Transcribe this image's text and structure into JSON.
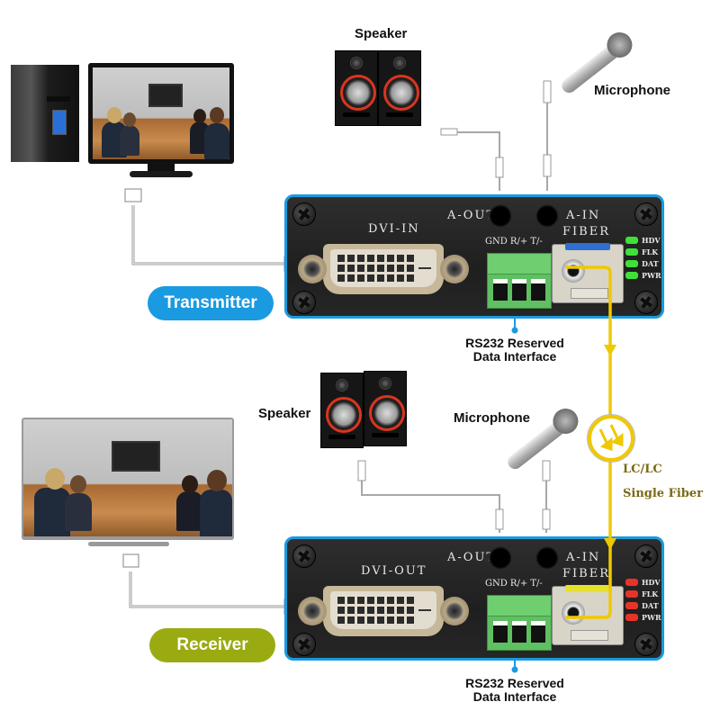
{
  "transmitter": {
    "badge_label": "Transmitter",
    "badge_color": "#1a9ae0",
    "video_port_label": "DVI-IN",
    "audio_out_label": "A-OUT",
    "audio_in_label": "A-IN",
    "fiber_label": "FIBER",
    "terminal_labels": "GND R/+ T/-",
    "led_color": "#3fe03a",
    "sfp_latch_color": "#2f6fd1",
    "leds": [
      {
        "label": "HDV"
      },
      {
        "label": "FLK"
      },
      {
        "label": "DAT"
      },
      {
        "label": "PWR"
      }
    ],
    "rs232_label_line1": "RS232 Reserved",
    "rs232_label_line2": "Data Interface",
    "speaker_label": "Speaker",
    "microphone_label": "Microphone"
  },
  "receiver": {
    "badge_label": "Receiver",
    "badge_color": "#9aab12",
    "video_port_label": "DVI-OUT",
    "audio_out_label": "A-OUT",
    "audio_in_label": "A-IN",
    "fiber_label": "FIBER",
    "terminal_labels": "GND R/+ T/-",
    "led_color": "#e8332a",
    "sfp_latch_color": "#e6e12a",
    "leds": [
      {
        "label": "HDV"
      },
      {
        "label": "FLK"
      },
      {
        "label": "DAT"
      },
      {
        "label": "PWR"
      }
    ],
    "rs232_label_line1": "RS232 Reserved",
    "rs232_label_line2": "Data Interface",
    "speaker_label": "Speaker",
    "microphone_label": "Microphone"
  },
  "fiber_link": {
    "label_line1": "LC/LC",
    "label_line2": "Single Fiber",
    "color": "#f0c800",
    "label_color": "#7a6a14"
  },
  "colors": {
    "panel_border": "#1a9ae0",
    "panel_bg": "#262626",
    "cable_gray": "#aaaaaa",
    "rs232_line": "#1a9ae0"
  }
}
